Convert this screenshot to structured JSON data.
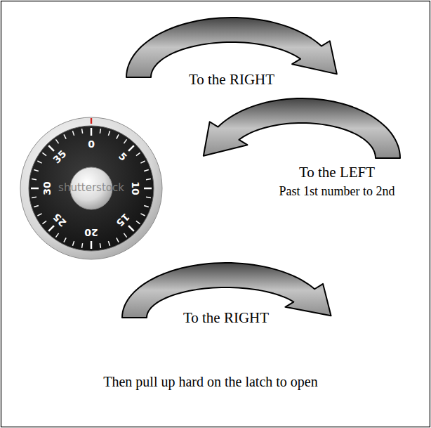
{
  "diagram": {
    "labels": [
      "To the RIGHT",
      "To the LEFT",
      "Past 1st number to 2nd",
      "To the RIGHT",
      "Then pull up hard on the latch to open",
      "0",
      "5",
      "10",
      "15",
      "20",
      "25",
      "30",
      "35",
      "shutterstock"
    ]
  }
}
